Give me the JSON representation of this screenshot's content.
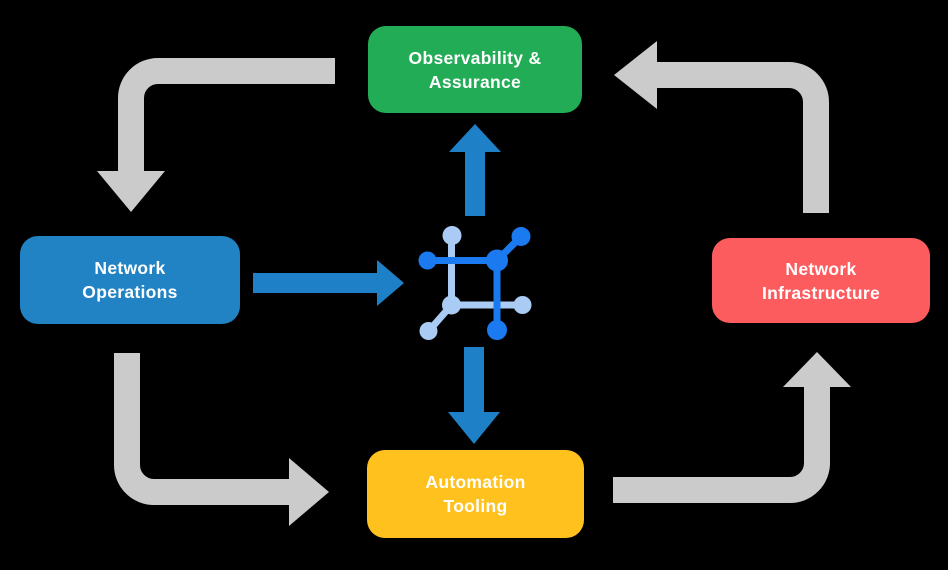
{
  "diagram": {
    "background": "#000000",
    "nodes": {
      "observability": {
        "line1": "Observability &",
        "line2": "Assurance",
        "color": "#23AC56"
      },
      "operations": {
        "line1": "Network",
        "line2": "Operations",
        "color": "#2183C4"
      },
      "infrastructure": {
        "line1": "Network",
        "line2": "Infrastructure",
        "color": "#FD5C5F"
      },
      "automation": {
        "line1": "Automation",
        "line2": "Tooling",
        "color": "#FEC11D"
      }
    },
    "center_icon": "network-fabric-icon",
    "edges": [
      {
        "from": "Observability & Assurance",
        "to": "Network Operations",
        "style": "gray-cycle"
      },
      {
        "from": "Network Operations",
        "to": "Automation Tooling",
        "style": "gray-cycle"
      },
      {
        "from": "Automation Tooling",
        "to": "Network Infrastructure",
        "style": "gray-cycle"
      },
      {
        "from": "Network Infrastructure",
        "to": "Observability & Assurance",
        "style": "gray-cycle"
      },
      {
        "from": "Network Operations",
        "to": "center-icon",
        "style": "blue"
      },
      {
        "from": "center-icon",
        "to": "Observability & Assurance",
        "style": "blue"
      },
      {
        "from": "center-icon",
        "to": "Automation Tooling",
        "style": "blue"
      }
    ],
    "colors": {
      "arrow_gray": "#CBCBCB",
      "arrow_blue": "#1E80C7",
      "icon_dark_blue": "#1B7AF0",
      "icon_light_blue": "#A9CBF4",
      "text": "#FFFFFF",
      "background": "#000000"
    }
  }
}
